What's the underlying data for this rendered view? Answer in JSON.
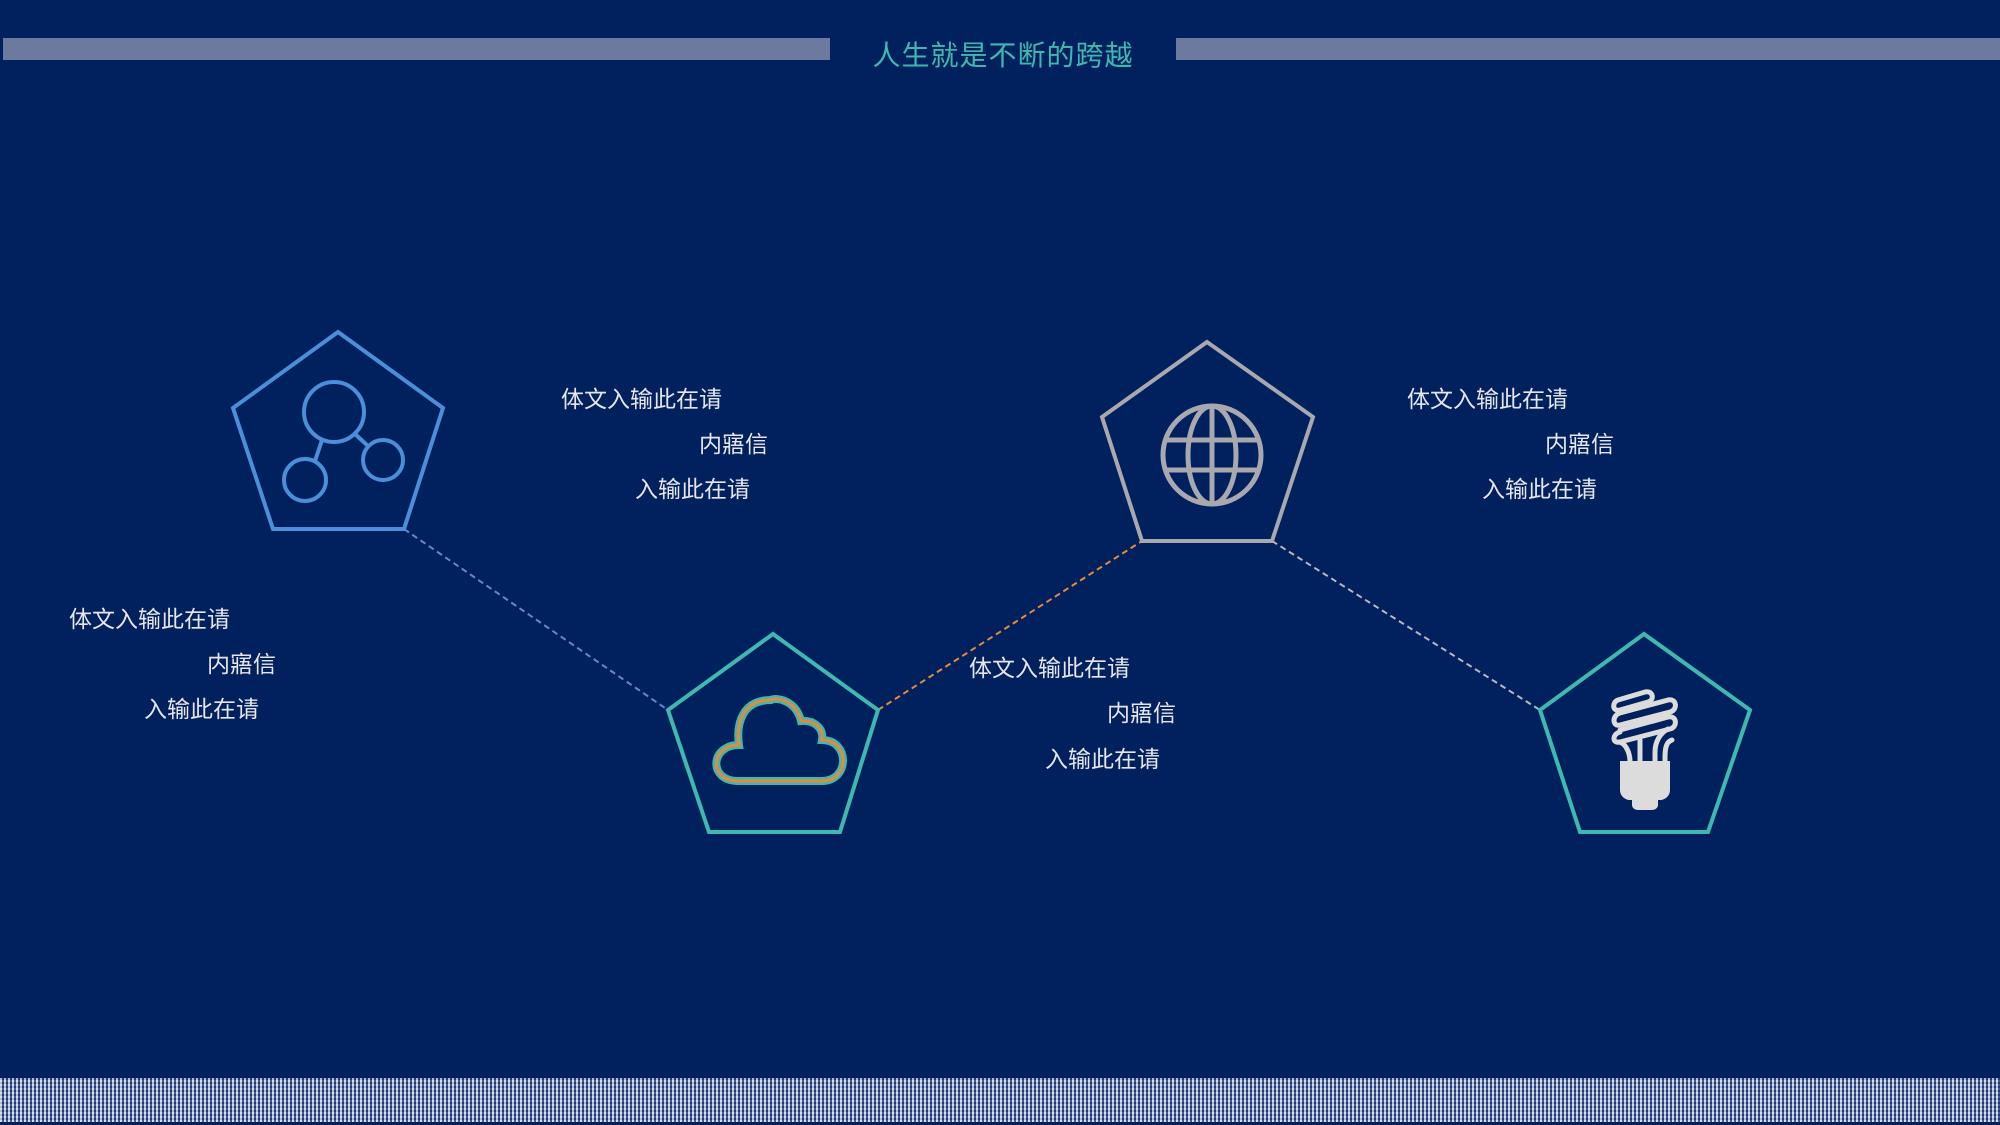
{
  "header": {
    "title": "人生就是不断的跨越"
  },
  "blocks": [
    {
      "line1": "体文入输此在请",
      "line2": "内寤信",
      "line3": "入输此在请"
    },
    {
      "line1": "体文入输此在请",
      "line2": "内寤信",
      "line3": "入输此在请"
    },
    {
      "line1": "体文入输此在请",
      "line2": "内寤信",
      "line3": "入输此在请"
    },
    {
      "line1": "体文入输此在请",
      "line2": "内寤信",
      "line3": "入输此在请"
    }
  ],
  "icons": [
    "network-icon",
    "cloud-icon",
    "globe-icon",
    "lightbulb-icon"
  ],
  "colors": {
    "background": "#00205e",
    "title": "#3fb8b0",
    "bar": "#6b7a9e",
    "pentagon_blue": "#4a8fd8",
    "pentagon_teal": "#3fb8b0",
    "pentagon_gray": "#a8a8ae",
    "connector_orange": "#e8893a"
  }
}
